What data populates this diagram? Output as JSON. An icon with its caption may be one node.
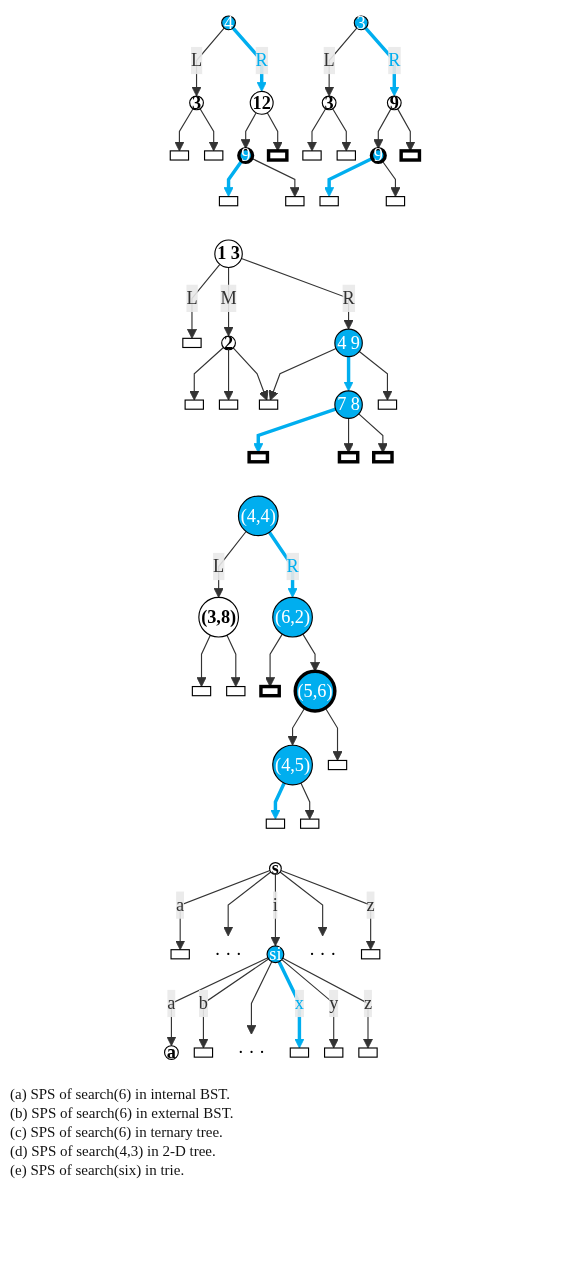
{
  "diagram": {
    "nodes": [
      {
        "text": [
          "4"
        ]
      },
      {
        "text": [
          "3"
        ]
      },
      {
        "text": [
          "12"
        ]
      },
      {
        "text": [],
        "shape": "box"
      },
      {
        "text": [],
        "shape": "box"
      },
      {
        "text": [
          "9"
        ]
      },
      {
        "text": [],
        "shape": "box"
      },
      {
        "text": [],
        "shape": "box"
      },
      {
        "text": [],
        "shape": "box"
      },
      {
        "text": [
          "3"
        ]
      },
      {
        "text": [
          "3"
        ]
      },
      {
        "text": [
          "9"
        ]
      },
      {
        "text": [],
        "shape": "box"
      },
      {
        "text": [],
        "shape": "box"
      },
      {
        "text": [
          "9"
        ]
      },
      {
        "text": [],
        "shape": "box"
      },
      {
        "text": [],
        "shape": "box"
      },
      {
        "text": [],
        "shape": "box"
      },
      {
        "text": [
          "1 3"
        ]
      },
      {
        "text": [],
        "shape": "box"
      },
      {
        "text": [
          "2"
        ]
      },
      {
        "text": [
          "4 9"
        ]
      },
      {
        "text": [],
        "shape": "box"
      },
      {
        "text": [],
        "shape": "box"
      },
      {
        "text": [],
        "shape": "box"
      },
      {
        "text": [
          "7 8"
        ]
      },
      {
        "text": [],
        "shape": "box"
      },
      {
        "text": [],
        "shape": "box"
      },
      {
        "text": [],
        "shape": "box"
      },
      {
        "text": [],
        "shape": "box"
      },
      {
        "text": [
          "(4,4)"
        ]
      },
      {
        "text": [
          "(3,8)"
        ]
      },
      {
        "text": [
          "(6,2)"
        ]
      },
      {
        "text": [],
        "shape": "box"
      },
      {
        "text": [],
        "shape": "box"
      },
      {
        "text": [],
        "shape": "box"
      },
      {
        "text": [
          "(5,6)"
        ]
      },
      {
        "text": [
          "(4,5)"
        ]
      },
      {
        "text": [],
        "shape": "box"
      },
      {
        "text": [],
        "shape": "box"
      },
      {
        "text": [],
        "shape": "box"
      },
      {
        "text": [
          "s"
        ]
      },
      {
        "text": [],
        "shape": "box"
      },
      {
        "text": [
          "· · ·"
        ]
      },
      {
        "text": [
          "si"
        ]
      },
      {
        "text": [
          "· · ·"
        ]
      },
      {
        "text": [],
        "shape": "box"
      },
      {
        "text": [
          "a"
        ]
      },
      {
        "text": [],
        "shape": "box"
      },
      {
        "text": [
          "· · ·"
        ]
      },
      {
        "text": [],
        "shape": "box"
      },
      {
        "text": [],
        "shape": "box"
      },
      {
        "text": [],
        "shape": "box"
      }
    ],
    "edges": [
      {
        "from": 0,
        "to": 1,
        "arrow": "to",
        "label": "L"
      },
      {
        "from": 0,
        "to": 2,
        "arrow": "to",
        "label": "R",
        "style": "thick",
        "color": "#00aeef"
      },
      {
        "from": 1,
        "to": 3,
        "arrow": "to"
      },
      {
        "from": 1,
        "to": 4,
        "arrow": "to"
      },
      {
        "from": 2,
        "to": 5,
        "arrow": "to"
      },
      {
        "from": 2,
        "to": 6,
        "arrow": "to"
      },
      {
        "from": 5,
        "to": 7,
        "arrow": "to",
        "style": "thick",
        "color": "#00aeef"
      },
      {
        "from": 5,
        "to": 8,
        "arrow": "to"
      },
      {
        "from": 9,
        "to": 10,
        "arrow": "to",
        "label": "L"
      },
      {
        "from": 9,
        "to": 11,
        "arrow": "to",
        "label": "R",
        "style": "thick",
        "color": "#00aeef"
      },
      {
        "from": 10,
        "to": 12,
        "arrow": "to"
      },
      {
        "from": 10,
        "to": 13,
        "arrow": "to"
      },
      {
        "from": 11,
        "to": 14,
        "arrow": "to"
      },
      {
        "from": 11,
        "to": 15,
        "arrow": "to"
      },
      {
        "from": 14,
        "to": 16,
        "arrow": "to",
        "style": "thick",
        "color": "#00aeef"
      },
      {
        "from": 14,
        "to": 17,
        "arrow": "to"
      },
      {
        "from": 18,
        "to": 19,
        "arrow": "to",
        "label": "L"
      },
      {
        "from": 18,
        "to": 20,
        "arrow": "to",
        "label": "M"
      },
      {
        "from": 18,
        "to": 21,
        "arrow": "to",
        "label": "R"
      },
      {
        "from": 20,
        "to": 22,
        "arrow": "to"
      },
      {
        "from": 20,
        "to": 23,
        "arrow": "to"
      },
      {
        "from": 20,
        "to": 24,
        "arrow": "to"
      },
      {
        "from": 21,
        "to": 24,
        "arrow": "to"
      },
      {
        "from": 21,
        "to": 25,
        "arrow": "to",
        "style": "thick",
        "color": "#00aeef"
      },
      {
        "from": 21,
        "to": 26,
        "arrow": "to"
      },
      {
        "from": 25,
        "to": 27,
        "arrow": "to",
        "style": "thick",
        "color": "#00aeef"
      },
      {
        "from": 25,
        "to": 28,
        "arrow": "to"
      },
      {
        "from": 25,
        "to": 29,
        "arrow": "to"
      },
      {
        "from": 30,
        "to": 31,
        "arrow": "to",
        "label": "L"
      },
      {
        "from": 30,
        "to": 32,
        "arrow": "to",
        "label": "R",
        "style": "thick",
        "color": "#00aeef"
      },
      {
        "from": 31,
        "to": 33,
        "arrow": "to"
      },
      {
        "from": 31,
        "to": 34,
        "arrow": "to"
      },
      {
        "from": 32,
        "to": 35,
        "arrow": "to"
      },
      {
        "from": 32,
        "to": 36,
        "arrow": "to"
      },
      {
        "from": 36,
        "to": 37,
        "arrow": "to"
      },
      {
        "from": 36,
        "to": 38,
        "arrow": "to"
      },
      {
        "from": 37,
        "to": 39,
        "arrow": "to",
        "style": "thick",
        "color": "#00aeef"
      },
      {
        "from": 37,
        "to": 40,
        "arrow": "to"
      },
      {
        "from": 41,
        "to": 42,
        "arrow": "to",
        "label": "a"
      },
      {
        "from": 41,
        "to": 43,
        "arrow": "to"
      },
      {
        "from": 41,
        "to": 44,
        "arrow": "to",
        "label": "i"
      },
      {
        "from": 41,
        "to": 45,
        "arrow": "to"
      },
      {
        "from": 41,
        "to": 46,
        "arrow": "to",
        "label": "z"
      },
      {
        "from": 44,
        "to": 47,
        "arrow": "to",
        "label": "a"
      },
      {
        "from": 44,
        "to": 48,
        "arrow": "to",
        "label": "b"
      },
      {
        "from": 44,
        "to": 49,
        "arrow": "to"
      },
      {
        "from": 44,
        "to": 50,
        "arrow": "to",
        "label": "x",
        "style": "thick",
        "color": "#00aeef"
      },
      {
        "from": 44,
        "to": 51,
        "arrow": "to",
        "label": "y"
      },
      {
        "from": 44,
        "to": 52,
        "arrow": "to",
        "label": "z"
      }
    ],
    "labels": [
      "(a) SPS of search(6) in internal BST.",
      "(b) SPS of search(6) in external BST.",
      "(c) SPS of search(6) in ternary tree.",
      "(d) SPS of search(4,3) in 2-D tree.",
      "(e) SPS of search(six) in trie."
    ]
  }
}
